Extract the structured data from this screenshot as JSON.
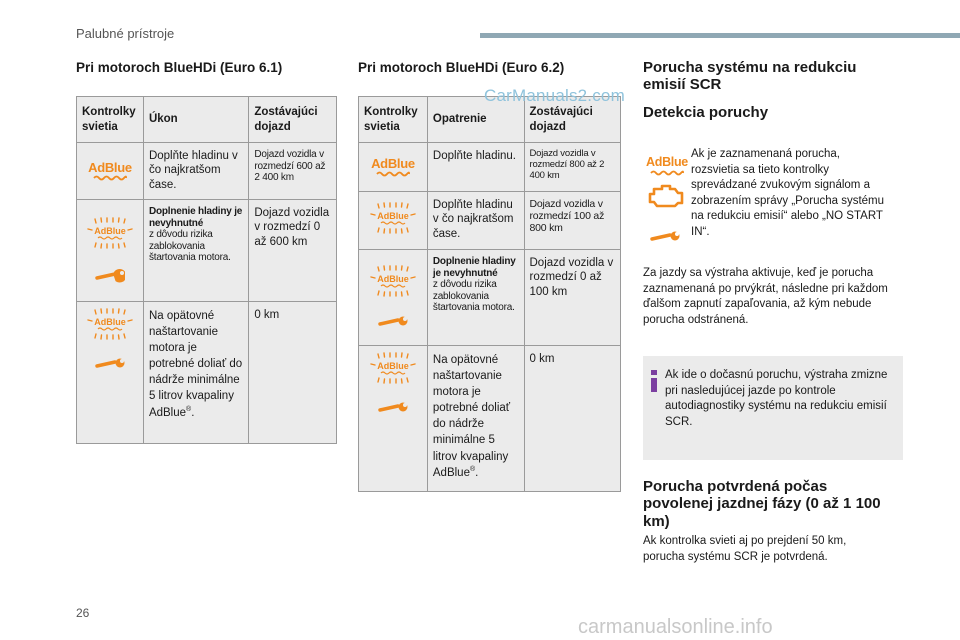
{
  "header": {
    "title": "Palubné prístroje"
  },
  "page_number": "26",
  "watermarks": {
    "top": "CarManuals2.com",
    "bottom": "carmanualsonline.info"
  },
  "colors": {
    "adblue_orange": "#f08a1e",
    "header_bar": "#8fa8b4",
    "table_bg": "#ebebeb",
    "info_icon": "#7b3fa0"
  },
  "table61": {
    "title": "Pri motoroch BlueHDi (Euro 6.1)",
    "headers": [
      "Kontrolky svietia",
      "Úkon",
      "Zostávajúci dojazd"
    ],
    "rows": [
      {
        "icons": [
          "adblue-icon"
        ],
        "action": "Doplňte hladinu v čo najkratšom čase.",
        "range": "Dojazd vozidla v rozmedzí 600 až 2 400 km"
      },
      {
        "icons": [
          "adblue-flashing-icon",
          "wrench-icon"
        ],
        "action_bold": "Doplnenie hladiny je nevyhnutné",
        "action": "z dôvodu rizika zablokovania štartovania motora.",
        "range": "Dojazd vozidla v rozmedzí 0 až 600 km"
      },
      {
        "icons": [
          "adblue-flashing-icon",
          "wrench-icon"
        ],
        "action": "Na opätovné naštartovanie motora je potrebné doliať do nádrže minimálne 5 litrov kvapaliny AdBlue",
        "action_sup": "®",
        "action_end": ".",
        "range": "0 km"
      }
    ]
  },
  "table62": {
    "title": "Pri motoroch BlueHDi (Euro 6.2)",
    "headers": [
      "Kontrolky svietia",
      "Opatrenie",
      "Zostávajúci dojazd"
    ],
    "rows": [
      {
        "icons": [
          "adblue-icon"
        ],
        "action": "Doplňte hladinu.",
        "range": "Dojazd vozidla v rozmedzí 800 až 2 400 km"
      },
      {
        "icons": [
          "adblue-flashing-icon"
        ],
        "action": "Doplňte hladinu v čo najkratšom čase.",
        "range": "Dojazd vozidla v rozmedzí 100 až 800 km"
      },
      {
        "icons": [
          "adblue-flashing-icon",
          "wrench-icon"
        ],
        "action_bold": "Doplnenie hladiny je nevyhnutné",
        "action": "z dôvodu rizika zablokovania štartovania motora.",
        "range": "Dojazd vozidla v rozmedzí 0 až 100 km"
      },
      {
        "icons": [
          "adblue-flashing-icon",
          "wrench-icon"
        ],
        "action": "Na opätovné naštartovanie motora je potrebné doliať do nádrže minimálne 5 litrov kvapaliny AdBlue",
        "action_sup": "®",
        "action_end": ".",
        "range": "0 km"
      }
    ]
  },
  "icon_text": {
    "adblue": "AdBlue"
  },
  "right": {
    "title": "Porucha systému na redukciu emisií SCR",
    "detect_title": "Detekcia poruchy",
    "detect_text": "Ak je zaznamenaná porucha, rozsvietia sa tieto kontrolky sprevádzané zvukovým signálom a zobrazením správy „Porucha systému na redukciu emisií“ alebo „NO START IN“.",
    "para": "Za jazdy sa výstraha aktivuje, keď je porucha zaznamenaná po prvýkrát, následne pri každom ďalšom zapnutí zapaľovania, až kým nebude porucha odstránená.",
    "info": "Ak ide o dočasnú poruchu, výstraha zmizne pri nasledujúcej jazde po kontrole autodiagnostiky systému na redukciu emisií SCR.",
    "confirmed_title": "Porucha potvrdená počas povolenej jazdnej fázy (0 až 1 100 km)",
    "confirmed_text": "Ak kontrolka svieti aj po prejdení 50 km, porucha systému SCR je potvrdená."
  }
}
